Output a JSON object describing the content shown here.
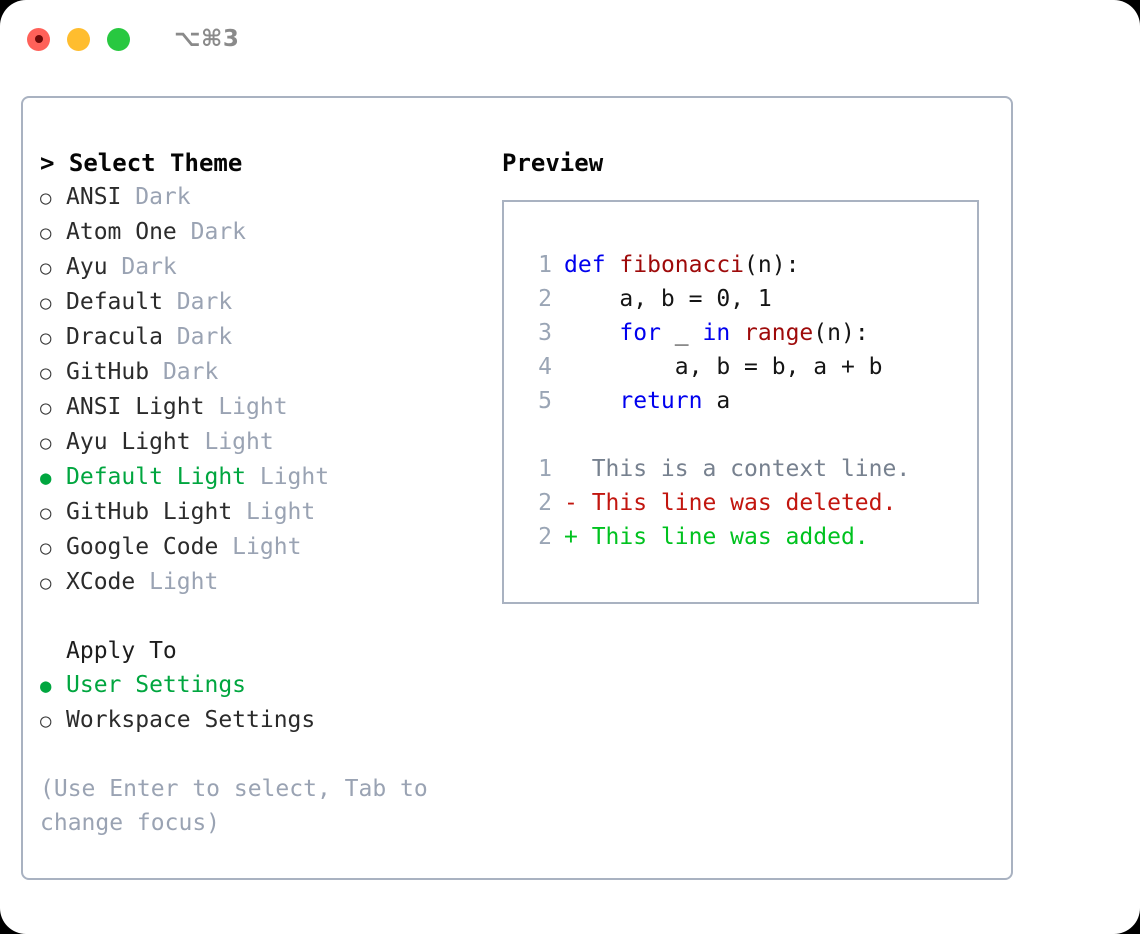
{
  "titlebar": {
    "dots": [
      {
        "name": "close-button",
        "color": "#ff6159"
      },
      {
        "name": "minimize-button",
        "color": "#ffbd2e"
      },
      {
        "name": "maximize-button",
        "color": "#28c840"
      }
    ],
    "shortcut": "⌥⌘3"
  },
  "theme_picker": {
    "header": "> Select Theme",
    "items": [
      {
        "marker": "○",
        "label": "ANSI",
        "suffix": "Dark",
        "selected": false
      },
      {
        "marker": "○",
        "label": "Atom One",
        "suffix": "Dark",
        "selected": false
      },
      {
        "marker": "○",
        "label": "Ayu",
        "suffix": "Dark",
        "selected": false
      },
      {
        "marker": "○",
        "label": "Default",
        "suffix": "Dark",
        "selected": false
      },
      {
        "marker": "○",
        "label": "Dracula",
        "suffix": "Dark",
        "selected": false
      },
      {
        "marker": "○",
        "label": "GitHub",
        "suffix": "Dark",
        "selected": false
      },
      {
        "marker": "○",
        "label": "ANSI Light",
        "suffix": "Light",
        "selected": false
      },
      {
        "marker": "○",
        "label": "Ayu Light",
        "suffix": "Light",
        "selected": false
      },
      {
        "marker": "●",
        "label": "Default Light",
        "suffix": "Light",
        "selected": true
      },
      {
        "marker": "○",
        "label": "GitHub Light",
        "suffix": "Light",
        "selected": false
      },
      {
        "marker": "○",
        "label": "Google Code",
        "suffix": "Light",
        "selected": false
      },
      {
        "marker": "○",
        "label": "XCode",
        "suffix": "Light",
        "selected": false
      }
    ]
  },
  "apply_to": {
    "header": "Apply To",
    "options": [
      {
        "marker": "●",
        "label": "User Settings",
        "selected": true
      },
      {
        "marker": "○",
        "label": "Workspace Settings",
        "selected": false
      }
    ]
  },
  "hint": "(Use Enter to select, Tab to change focus)",
  "preview": {
    "title": "Preview",
    "code_lines": [
      {
        "num": "1",
        "tokens": [
          {
            "t": "def",
            "c": "kw"
          },
          {
            "t": " ",
            "c": "plain"
          },
          {
            "t": "fibonacci",
            "c": "fn"
          },
          {
            "t": "(n):",
            "c": "plain"
          }
        ]
      },
      {
        "num": "2",
        "tokens": [
          {
            "t": "    a, b = 0, 1",
            "c": "plain"
          }
        ]
      },
      {
        "num": "3",
        "tokens": [
          {
            "t": "    ",
            "c": "plain"
          },
          {
            "t": "for",
            "c": "kw"
          },
          {
            "t": " _ ",
            "c": "plain"
          },
          {
            "t": "in",
            "c": "kw"
          },
          {
            "t": " ",
            "c": "plain"
          },
          {
            "t": "range",
            "c": "fn"
          },
          {
            "t": "(n):",
            "c": "plain"
          }
        ]
      },
      {
        "num": "4",
        "tokens": [
          {
            "t": "        a, b = b, a + b",
            "c": "plain"
          }
        ]
      },
      {
        "num": "5",
        "tokens": [
          {
            "t": "    ",
            "c": "plain"
          },
          {
            "t": "return",
            "c": "kw"
          },
          {
            "t": " a",
            "c": "plain"
          }
        ]
      }
    ],
    "diff_lines": [
      {
        "num": "1",
        "text": "  This is a context line.",
        "kind": "context"
      },
      {
        "num": "2",
        "text": "- This line was deleted.",
        "kind": "deleted"
      },
      {
        "num": "2",
        "text": "+ This line was added.",
        "kind": "added"
      }
    ]
  },
  "colors": {
    "accent_green": "#00a63f",
    "muted": "#9aa3b3",
    "border": "#a9b2c1",
    "keyword": "#0000ee",
    "function": "#9e0a0a",
    "diff_added": "#00c21f",
    "diff_deleted": "#c2160f"
  }
}
